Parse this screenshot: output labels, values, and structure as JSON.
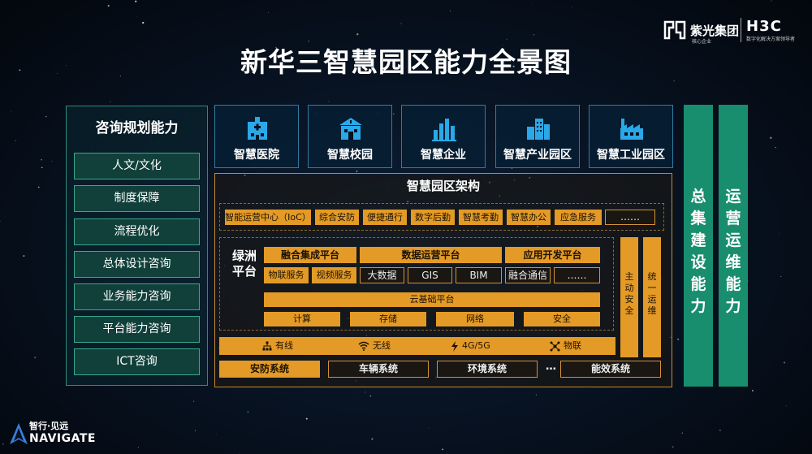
{
  "title": "新华三智慧园区能力全景图",
  "brand": {
    "unis_name": "紫光集团",
    "unis_sub": "核心企业",
    "h3c_name": "H3C",
    "h3c_sub": "数字化解决方案领导者",
    "navigate_cn": "智行·见远",
    "navigate_en": "NAVIGATE"
  },
  "consulting": {
    "title": "咨询规划能力",
    "items": [
      "人文/文化",
      "制度保障",
      "流程优化",
      "总体设计咨询",
      "业务能力咨询",
      "平台能力咨询",
      "ICT咨询"
    ]
  },
  "apps": [
    {
      "label": "智慧医院",
      "icon": "hospital-icon"
    },
    {
      "label": "智慧校园",
      "icon": "school-icon"
    },
    {
      "label": "智慧企业",
      "icon": "enterprise-chart-icon"
    },
    {
      "label": "智慧产业园区",
      "icon": "industrial-park-icon"
    },
    {
      "label": "智慧工业园区",
      "icon": "factory-icon"
    }
  ],
  "right_cols": {
    "construction": "总集建设能力",
    "operations": "运营运维能力"
  },
  "architecture": {
    "title": "智慧园区架构",
    "services": [
      "智能运营中心（IoC）",
      "综合安防",
      "便捷通行",
      "数字后勤",
      "智慧考勤",
      "智慧办公",
      "应急服务",
      "……"
    ],
    "platform_label": "绿洲平台",
    "platforms": [
      "融合集成平台",
      "数据运营平台",
      "应用开发平台"
    ],
    "capabilities": [
      "物联服务",
      "视频服务",
      "大数据",
      "GIS",
      "BIM",
      "融合通信",
      "……"
    ],
    "cloud": "云基础平台",
    "infra": [
      "计算",
      "存储",
      "网络",
      "安全"
    ],
    "side": [
      "主动安全",
      "统一运维"
    ],
    "networks": [
      {
        "label": "有线",
        "icon": "wired-network-icon"
      },
      {
        "label": "无线",
        "icon": "wifi-icon"
      },
      {
        "label": "4G/5G",
        "icon": "signal-icon"
      },
      {
        "label": "物联",
        "icon": "iot-icon"
      }
    ],
    "systems": [
      "安防系统",
      "车辆系统",
      "环境系统",
      "能效系统"
    ],
    "systems_ellipsis": "…"
  },
  "colors": {
    "orange": "#e49a26",
    "green": "#188e6e",
    "teal_border": "#3aa88c",
    "blue_border": "#2f7ca0"
  }
}
